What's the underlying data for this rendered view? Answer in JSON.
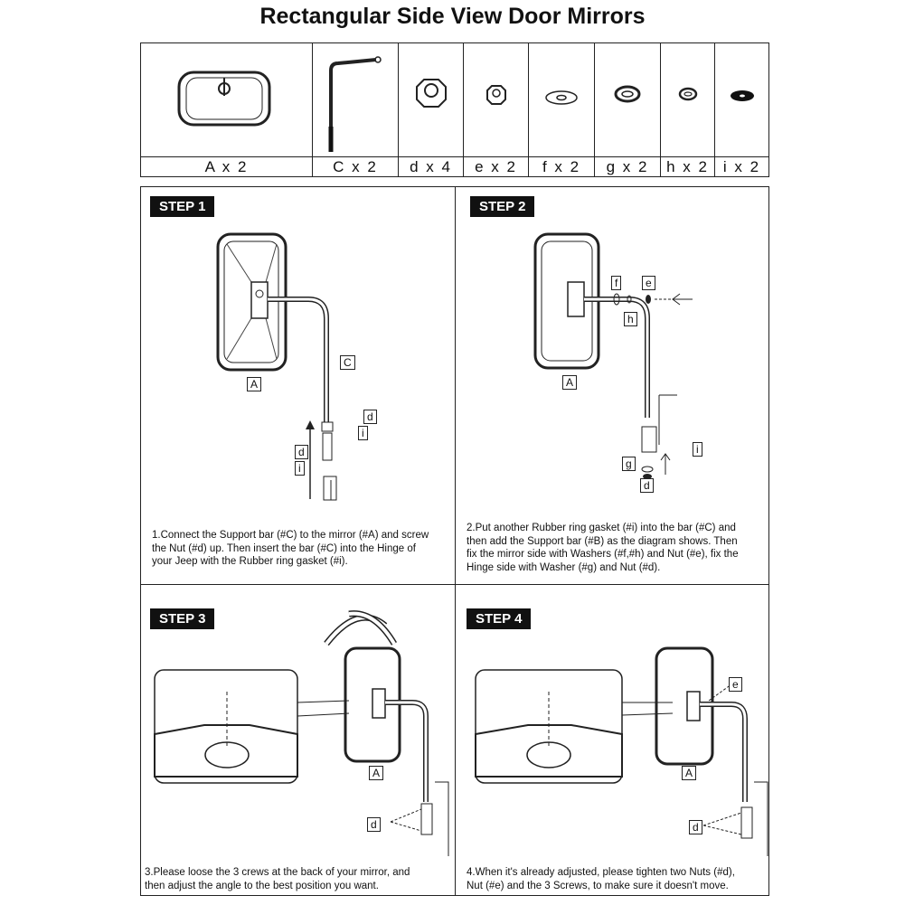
{
  "title": "Rectangular Side View Door Mirrors",
  "parts": [
    {
      "label": "A x 2"
    },
    {
      "label": "C x 2"
    },
    {
      "label": "d x 4"
    },
    {
      "label": "e x 2"
    },
    {
      "label": "f x 2"
    },
    {
      "label": "g x 2"
    },
    {
      "label": "h x 2"
    },
    {
      "label": "i x 2"
    }
  ],
  "steps": [
    {
      "badge": "STEP 1",
      "caption_lines": [
        "1.Connect the Support bar (#C) to the mirror (#A) and screw",
        "the Nut (#d) up. Then insert the bar (#C) into the Hinge of",
        "your Jeep with the Rubber ring gasket (#i)."
      ],
      "tags": [
        "C",
        "A",
        "d",
        "i",
        "d",
        "i"
      ]
    },
    {
      "badge": "STEP 2",
      "caption_lines": [
        "2.Put another Rubber ring gasket (#i) into the bar (#C) and",
        "then add the Support bar (#B) as the diagram shows. Then",
        "fix the mirror side with Washers (#f,#h) and Nut (#e), fix the",
        "Hinge side with Washer (#g) and Nut (#d)."
      ],
      "tags": [
        "f",
        "e",
        "h",
        "A",
        "i",
        "g",
        "d"
      ]
    },
    {
      "badge": "STEP 3",
      "caption_lines": [
        "3.Please loose the 3 crews at the back of your mirror, and",
        "then adjust the angle to the best position you want."
      ],
      "tags": [
        "A",
        "d"
      ]
    },
    {
      "badge": "STEP 4",
      "caption_lines": [
        "4.When it's already adjusted, please tighten two Nuts (#d),",
        "Nut (#e) and the 3 Screws, to make sure it doesn't move."
      ],
      "tags": [
        "e",
        "A",
        "d"
      ]
    }
  ]
}
